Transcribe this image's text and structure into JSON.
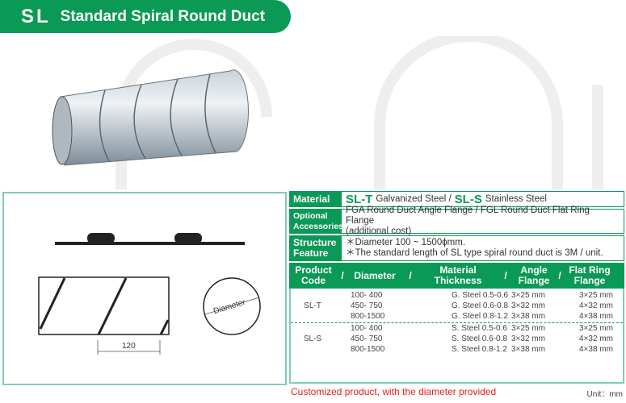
{
  "header": {
    "code": "SL",
    "title": "Standard Spiral Round Duct"
  },
  "diagram": {
    "dimension": "120",
    "circle_label": "Diameter"
  },
  "specs": {
    "material_label": "Material",
    "material_t_code": "SL-T",
    "material_t": "Galvanized Steel /",
    "material_s_code": "SL-S",
    "material_s": "Stainless Steel",
    "accessories_label": "Optional Accessories",
    "accessories_line1": "FGA Round Duct Angle Flange / FGL Round Duct Flat Ring Flange",
    "accessories_line2": "(additional cost)",
    "structure_label": "Structure Feature",
    "structure_line1": "＊Diameter 100 ~ 1500ϕmm.",
    "structure_line2": "＊The standard length of SL type spiral round duct is 3M / unit."
  },
  "table": {
    "headers": [
      "Product Code",
      "Diameter",
      "Material Thickness",
      "Angle Flange",
      "Flat Ring Flange"
    ],
    "separator": "/",
    "groups": [
      {
        "code": "SL-T",
        "rows": [
          [
            "100-  400",
            "G. Steel 0.5-0.6",
            "3×25 mm",
            "3×25 mm"
          ],
          [
            "450-  750",
            "G. Steel 0.6-0.8",
            "3×32 mm",
            "4×32 mm"
          ],
          [
            "800-1500",
            "G. Steel 0.8-1.2",
            "3×38 mm",
            "4×38 mm"
          ]
        ]
      },
      {
        "code": "SL-S",
        "rows": [
          [
            "100-  400",
            "S. Steel 0.5-0.6",
            "3×25 mm",
            "3×25 mm"
          ],
          [
            "450-  750",
            "S. Steel 0.6-0.8",
            "3×32 mm",
            "4×32 mm"
          ],
          [
            "800-1500",
            "S. Steel 0.8-1.2",
            "3×38 mm",
            "4×38 mm"
          ]
        ]
      }
    ]
  },
  "footnote": "Customized product, with the diameter provided",
  "unit": "Unit：mm"
}
